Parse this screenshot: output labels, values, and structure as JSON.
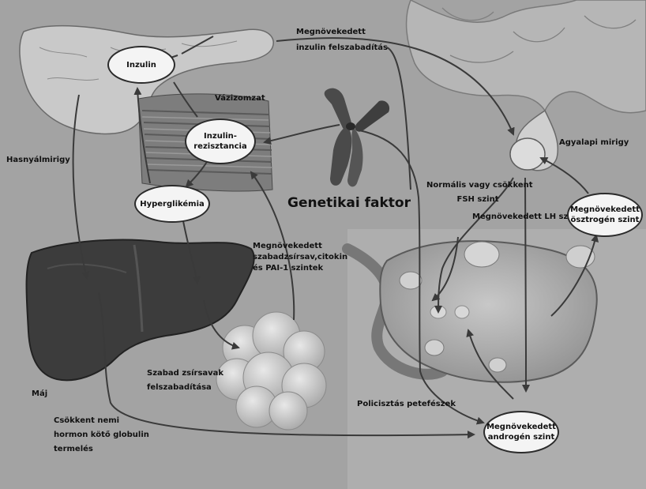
{
  "labels": {
    "insulin_release_line1": "Megnövekedett",
    "insulin_release_line2": "inzulin felszabadítás",
    "vascular": "Vázizomzat",
    "pancreas": "Hasnyálmirigy",
    "genetic": "Genetikai faktor",
    "pituitary": "Agyalapi mirigy",
    "fsh_line1": "Normális vagy csökkent",
    "fsh_line2": "FSH szint",
    "lh": "Megnövekedett LH szint",
    "ffa_line1": "Megnövekedett",
    "ffa_line2": "szabadzsírsav,citokin",
    "ffa_line3": "és PAI-1 szintek",
    "free_fa_line1": "Szabad zsírsavak",
    "free_fa_line2": "felszabadítása",
    "liver": "Máj",
    "shbg_line1": "Csökkent nemi",
    "shbg_line2": "hormon kötő globulin",
    "shbg_line3": "termelés",
    "pco": "Policisztás petefészek"
  },
  "nodes": {
    "insulin": "Inzulin",
    "resistance_line1": "Inzulin-",
    "resistance_line2": "rezisztancia",
    "hyperglycemia": "Hyperglikémia",
    "estrogen_line1": "Megnövekedett",
    "estrogen_line2": "ösztrogén szint",
    "androgen_line1": "Megnövekedett",
    "androgen_line2": "androgén szint"
  }
}
